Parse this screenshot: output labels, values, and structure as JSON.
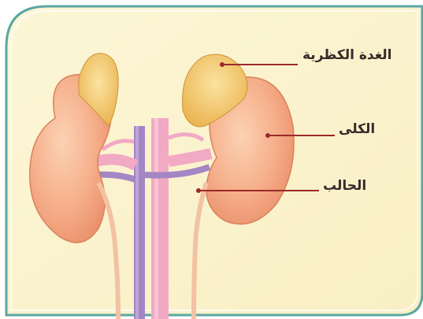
{
  "labels": {
    "adrenal": "الغدة الكظرية",
    "kidney": "الكلى",
    "ureter": "الحالب"
  },
  "colors": {
    "card_bg": "#fbf4cf",
    "card_border": "#5aa7a3",
    "kidney": "#f3a37d",
    "kidney_highlight": "#fbd2b3",
    "adrenal": "#f2c15f",
    "vessel_purple": "#a386c4",
    "vessel_pink": "#f2a9c4",
    "pointer_line": "#9a2a2a"
  }
}
